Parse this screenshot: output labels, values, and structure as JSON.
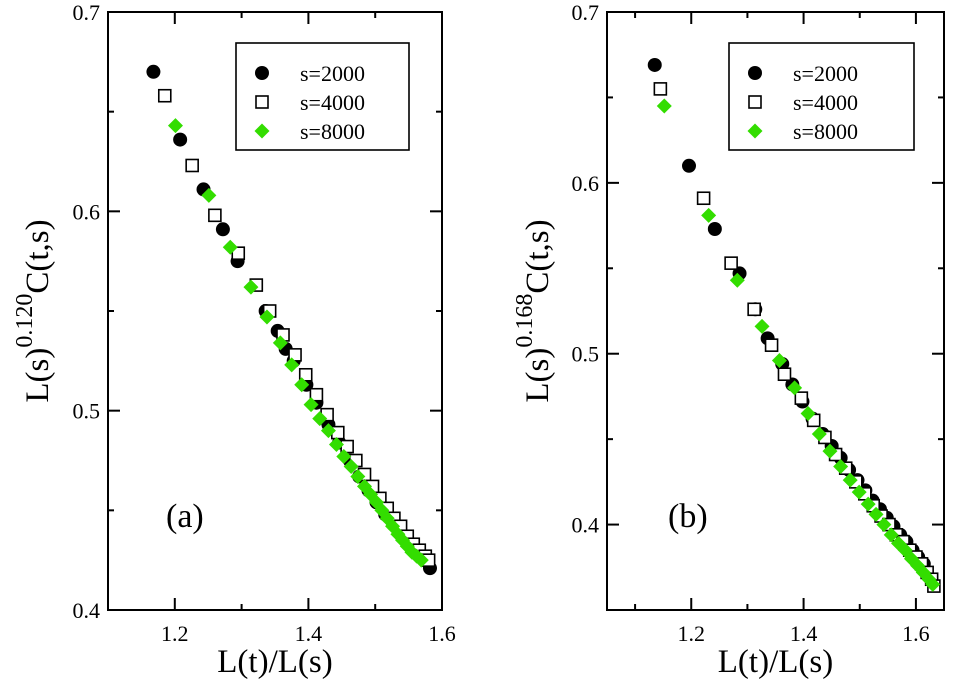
{
  "chart_data": [
    {
      "type": "scatter",
      "panel_label": "(a)",
      "xlabel": "L(t)/L(s)",
      "ylabel": {
        "prefix": "L(s)",
        "exponent": "0.120",
        "suffix": "C(t,s)"
      },
      "xlim": [
        1.1,
        1.6
      ],
      "ylim": [
        0.4,
        0.7
      ],
      "xticks": [
        1.2,
        1.4,
        1.6
      ],
      "xtick_labels": [
        "1.2",
        "1.4",
        "1.6"
      ],
      "yticks": [
        0.4,
        0.5,
        0.6,
        0.7
      ],
      "ytick_labels": [
        "0.4",
        "0.5",
        "0.6",
        "0.7"
      ],
      "grid": false,
      "legend_position": "top-right",
      "series": [
        {
          "name": "s=2000",
          "marker": "filled-circle",
          "color": "#000000",
          "points": [
            [
              1.168,
              0.67
            ],
            [
              1.208,
              0.636
            ],
            [
              1.243,
              0.611
            ],
            [
              1.272,
              0.591
            ],
            [
              1.294,
              0.575
            ],
            [
              1.336,
              0.55
            ],
            [
              1.354,
              0.54
            ],
            [
              1.366,
              0.531
            ],
            [
              1.378,
              0.525
            ],
            [
              1.397,
              0.513
            ],
            [
              1.412,
              0.504
            ],
            [
              1.43,
              0.493
            ],
            [
              1.446,
              0.484
            ],
            [
              1.462,
              0.475
            ],
            [
              1.476,
              0.467
            ],
            [
              1.49,
              0.46
            ],
            [
              1.502,
              0.454
            ],
            [
              1.515,
              0.448
            ],
            [
              1.527,
              0.443
            ],
            [
              1.538,
              0.438
            ],
            [
              1.548,
              0.434
            ],
            [
              1.558,
              0.43
            ],
            [
              1.567,
              0.427
            ],
            [
              1.582,
              0.421
            ]
          ]
        },
        {
          "name": "s=4000",
          "marker": "open-square",
          "color": "#000000",
          "points": [
            [
              1.185,
              0.658
            ],
            [
              1.226,
              0.623
            ],
            [
              1.26,
              0.598
            ],
            [
              1.295,
              0.579
            ],
            [
              1.322,
              0.563
            ],
            [
              1.342,
              0.55
            ],
            [
              1.362,
              0.538
            ],
            [
              1.38,
              0.528
            ],
            [
              1.396,
              0.518
            ],
            [
              1.412,
              0.508
            ],
            [
              1.428,
              0.498
            ],
            [
              1.444,
              0.489
            ],
            [
              1.458,
              0.482
            ],
            [
              1.471,
              0.475
            ],
            [
              1.484,
              0.468
            ],
            [
              1.496,
              0.462
            ],
            [
              1.507,
              0.456
            ],
            [
              1.518,
              0.451
            ],
            [
              1.528,
              0.446
            ],
            [
              1.538,
              0.442
            ],
            [
              1.548,
              0.437
            ],
            [
              1.557,
              0.433
            ],
            [
              1.566,
              0.43
            ],
            [
              1.575,
              0.427
            ],
            [
              1.58,
              0.425
            ]
          ]
        },
        {
          "name": "s=8000",
          "marker": "filled-diamond",
          "color": "#33dd00",
          "points": [
            [
              1.201,
              0.643
            ],
            [
              1.251,
              0.608
            ],
            [
              1.283,
              0.582
            ],
            [
              1.314,
              0.562
            ],
            [
              1.338,
              0.547
            ],
            [
              1.358,
              0.534
            ],
            [
              1.375,
              0.523
            ],
            [
              1.39,
              0.513
            ],
            [
              1.404,
              0.503
            ],
            [
              1.417,
              0.496
            ],
            [
              1.43,
              0.49
            ],
            [
              1.442,
              0.483
            ],
            [
              1.453,
              0.477
            ],
            [
              1.464,
              0.472
            ],
            [
              1.474,
              0.467
            ],
            [
              1.484,
              0.462
            ],
            [
              1.493,
              0.458
            ],
            [
              1.502,
              0.454
            ],
            [
              1.51,
              0.45
            ],
            [
              1.518,
              0.446
            ],
            [
              1.526,
              0.442
            ],
            [
              1.534,
              0.438
            ],
            [
              1.541,
              0.435
            ],
            [
              1.548,
              0.432
            ],
            [
              1.555,
              0.429
            ],
            [
              1.562,
              0.427
            ],
            [
              1.569,
              0.425
            ]
          ]
        }
      ]
    },
    {
      "type": "scatter",
      "panel_label": "(b)",
      "xlabel": "L(t)/L(s)",
      "ylabel": {
        "prefix": "L(s)",
        "exponent": "0.168",
        "suffix": "C(t,s)"
      },
      "xlim": [
        1.05,
        1.65
      ],
      "ylim": [
        0.35,
        0.7
      ],
      "xticks": [
        1.2,
        1.4,
        1.6
      ],
      "xtick_labels": [
        "1.2",
        "1.4",
        "1.6"
      ],
      "yticks": [
        0.4,
        0.5,
        0.6,
        0.7
      ],
      "ytick_labels": [
        "0.4",
        "0.5",
        "0.6",
        "0.7"
      ],
      "grid": false,
      "legend_position": "top-right",
      "series": [
        {
          "name": "s=2000",
          "marker": "filled-circle",
          "color": "#000000",
          "points": [
            [
              1.135,
              0.669
            ],
            [
              1.196,
              0.61
            ],
            [
              1.242,
              0.573
            ],
            [
              1.286,
              0.547
            ],
            [
              1.314,
              0.526
            ],
            [
              1.336,
              0.509
            ],
            [
              1.362,
              0.494
            ],
            [
              1.38,
              0.482
            ],
            [
              1.398,
              0.472
            ],
            [
              1.416,
              0.462
            ],
            [
              1.434,
              0.453
            ],
            [
              1.45,
              0.446
            ],
            [
              1.466,
              0.439
            ],
            [
              1.481,
              0.432
            ],
            [
              1.496,
              0.426
            ],
            [
              1.51,
              0.42
            ],
            [
              1.523,
              0.414
            ],
            [
              1.536,
              0.409
            ],
            [
              1.548,
              0.404
            ],
            [
              1.56,
              0.399
            ],
            [
              1.572,
              0.394
            ],
            [
              1.583,
              0.39
            ],
            [
              1.594,
              0.385
            ],
            [
              1.604,
              0.381
            ],
            [
              1.614,
              0.377
            ]
          ]
        },
        {
          "name": "s=4000",
          "marker": "open-square",
          "color": "#000000",
          "points": [
            [
              1.145,
              0.655
            ],
            [
              1.222,
              0.591
            ],
            [
              1.271,
              0.553
            ],
            [
              1.312,
              0.526
            ],
            [
              1.343,
              0.505
            ],
            [
              1.366,
              0.488
            ],
            [
              1.396,
              0.474
            ],
            [
              1.418,
              0.461
            ],
            [
              1.438,
              0.451
            ],
            [
              1.457,
              0.441
            ],
            [
              1.475,
              0.433
            ],
            [
              1.493,
              0.425
            ],
            [
              1.509,
              0.418
            ],
            [
              1.524,
              0.411
            ],
            [
              1.538,
              0.405
            ],
            [
              1.552,
              0.4
            ],
            [
              1.565,
              0.394
            ],
            [
              1.577,
              0.39
            ],
            [
              1.589,
              0.385
            ],
            [
              1.6,
              0.381
            ],
            [
              1.61,
              0.377
            ],
            [
              1.62,
              0.372
            ],
            [
              1.628,
              0.368
            ],
            [
              1.632,
              0.364
            ]
          ]
        },
        {
          "name": "s=8000",
          "marker": "filled-diamond",
          "color": "#33dd00",
          "points": [
            [
              1.152,
              0.645
            ],
            [
              1.231,
              0.581
            ],
            [
              1.282,
              0.543
            ],
            [
              1.326,
              0.516
            ],
            [
              1.357,
              0.496
            ],
            [
              1.384,
              0.48
            ],
            [
              1.408,
              0.465
            ],
            [
              1.428,
              0.453
            ],
            [
              1.447,
              0.443
            ],
            [
              1.466,
              0.434
            ],
            [
              1.483,
              0.426
            ],
            [
              1.499,
              0.419
            ],
            [
              1.515,
              0.412
            ],
            [
              1.529,
              0.406
            ],
            [
              1.543,
              0.4
            ],
            [
              1.556,
              0.394
            ],
            [
              1.569,
              0.389
            ],
            [
              1.581,
              0.385
            ],
            [
              1.592,
              0.38
            ],
            [
              1.603,
              0.376
            ],
            [
              1.613,
              0.372
            ],
            [
              1.623,
              0.368
            ],
            [
              1.63,
              0.365
            ]
          ]
        }
      ]
    }
  ]
}
